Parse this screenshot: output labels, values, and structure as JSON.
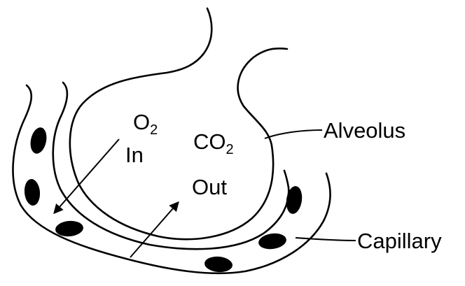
{
  "labels": {
    "o2_symbol": "O",
    "o2_subscript": "2",
    "o2_direction": "In",
    "co2_symbol": "CO",
    "co2_subscript": "2",
    "co2_direction": "Out",
    "alveolus": "Alveolus",
    "capillary": "Capillary"
  },
  "colors": {
    "line": "#000000",
    "background": "#ffffff"
  }
}
